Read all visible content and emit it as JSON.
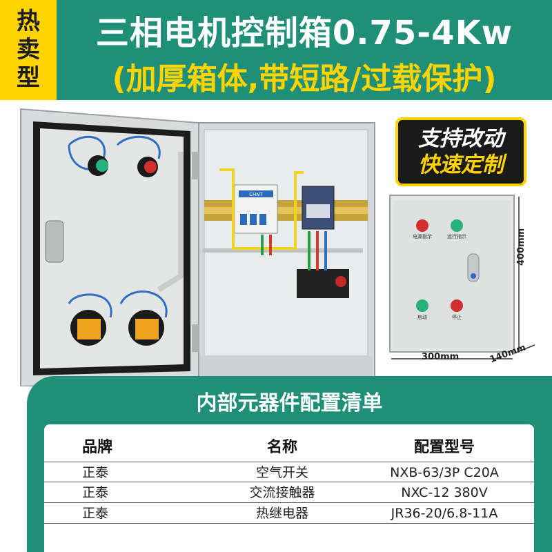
{
  "header": {
    "badge_chars": [
      "热",
      "卖",
      "型"
    ],
    "title_line1": "三相电机控制箱0.75-4Kw",
    "title_line2": "(加厚箱体,带短路/过载保护)"
  },
  "custom_badge": {
    "line1": "支持改动",
    "line2": "快速定制"
  },
  "breaker_brand": "CHNT",
  "box_labels": {
    "power_indicator": "电源指示",
    "run_indicator": "运行指示",
    "start": "启动",
    "stop": "停止"
  },
  "dimensions": {
    "height": "400mm",
    "width": "300mm",
    "depth": "140mm"
  },
  "config": {
    "title": "内部元器件配置清单",
    "headers": [
      "品牌",
      "名称",
      "配置型号"
    ],
    "rows": [
      {
        "brand": "正泰",
        "name": "空气开关",
        "model": "NXB-63/3P C20A"
      },
      {
        "brand": "正泰",
        "name": "交流接触器",
        "model": "NXC-12  380V"
      },
      {
        "brand": "正泰",
        "name": "热继电器",
        "model": "JR36-20/6.8-11A"
      }
    ]
  },
  "colors": {
    "header_green": "#1f8f78",
    "accent_yellow": "#ffd400",
    "badge_dark": "#1a1a1a"
  }
}
